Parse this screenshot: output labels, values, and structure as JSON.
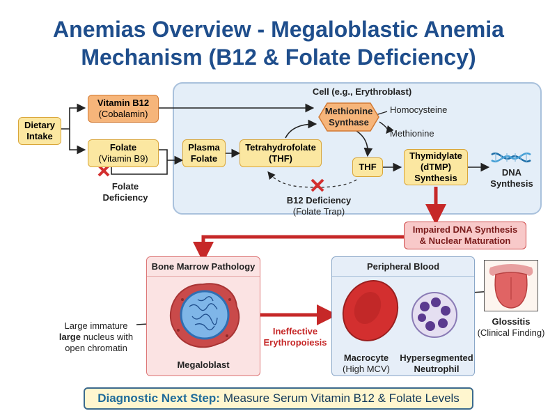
{
  "title_line1": "Anemias Overview - Megaloblastic Anemia",
  "title_line2": "Mechanism (B12 & Folate Deficiency)",
  "dietary": {
    "line1": "Dietary",
    "line2": "Intake"
  },
  "b12": {
    "line1": "Vitamin B12",
    "line2": "(Cobalamin)"
  },
  "folate": {
    "line1": "Folate",
    "line2": "(Vitamin B9)"
  },
  "folate_deficiency": {
    "line1": "Folate",
    "line2": "Deficiency"
  },
  "cell_label": "Cell (e.g., Erythroblast)",
  "plasma_folate": {
    "line1": "Plasma",
    "line2": "Folate"
  },
  "thf_full": {
    "line1": "Tetrahydrofolate",
    "line2": "(THF)"
  },
  "methionine_synthase": {
    "line1": "Methionine",
    "line2": "Synthase"
  },
  "homocysteine": "Homocysteine",
  "methionine": "Methionine",
  "thf_short": "THF",
  "thymidylate": {
    "line1": "Thymidylate",
    "line2": "(dTMP)",
    "line3": "Synthesis"
  },
  "dna": {
    "line1": "DNA",
    "line2": "Synthesis"
  },
  "b12_deficiency": {
    "line1": "B12 Deficiency",
    "line2": "(Folate Trap)"
  },
  "impaired": {
    "line1": "Impaired DNA Synthesis",
    "line2": "& Nuclear Maturation"
  },
  "bone_marrow": {
    "heading": "Bone Marrow Pathology",
    "caption": "Megaloblast",
    "nucleus_line1": "Large immature",
    "nucleus_bold": "large",
    "nucleus_rest": " nucleus with",
    "nucleus_line3": "open chromatin"
  },
  "ineffective": {
    "line1": "Ineffective",
    "line2": "Erythropoiesis"
  },
  "peripheral": {
    "heading": "Peripheral Blood",
    "macrocyte_line1": "Macrocyte",
    "macrocyte_line2": "(High MCV)",
    "neutrophil_line1": "Hypersegmented",
    "neutrophil_line2": "Neutrophil"
  },
  "glossitis": {
    "line1": "Glossitis",
    "line2": "(Clinical Finding)"
  },
  "diagnostic": {
    "label": "Diagnostic Next Step:",
    "text": "Measure Serum Vitamin B12 & Folate Levels"
  },
  "colors": {
    "title": "#1f4e8c",
    "arrow_red": "#c62828",
    "box_yellow": "#fbe7a1",
    "box_orange": "#f6b57a",
    "cell_bg": "#e4eef8"
  }
}
